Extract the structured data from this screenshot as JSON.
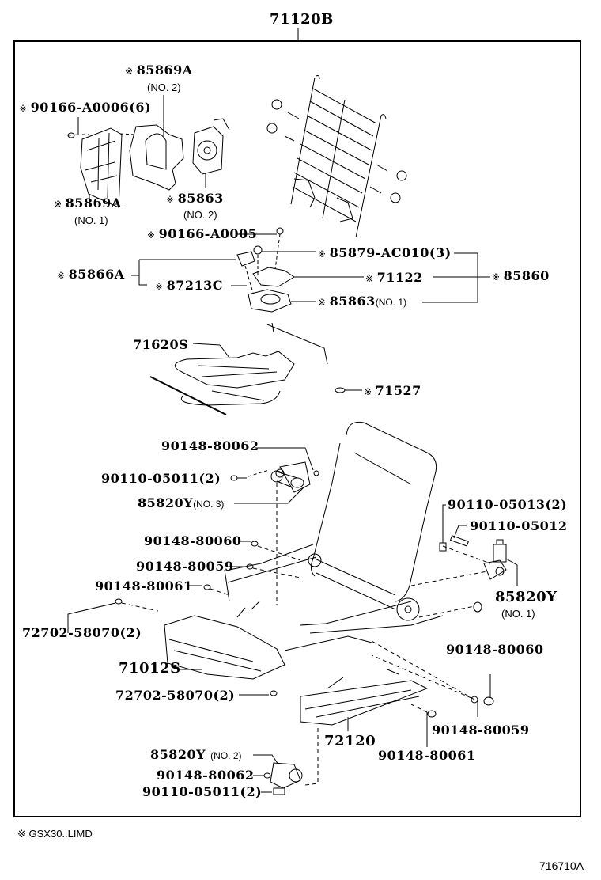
{
  "diagram": {
    "title_part": "71120B",
    "footnote": "※ GSX30..LIMD",
    "figure_id": "716710A",
    "marker_symbol": "※",
    "labels": [
      {
        "id": "85869A_no2",
        "marked": true,
        "part": "85869A",
        "note": "(NO. 2)"
      },
      {
        "id": "90166_A0006",
        "marked": true,
        "part": "90166-A0006(6)",
        "note": ""
      },
      {
        "id": "85869A_no1",
        "marked": true,
        "part": "85869A",
        "note": "(NO. 1)"
      },
      {
        "id": "85863_no2",
        "marked": true,
        "part": "85863",
        "note": "(NO. 2)"
      },
      {
        "id": "90166_A0005",
        "marked": true,
        "part": "90166-A0005",
        "note": ""
      },
      {
        "id": "85866A",
        "marked": true,
        "part": "85866A",
        "note": ""
      },
      {
        "id": "87213C",
        "marked": true,
        "part": "87213C",
        "note": ""
      },
      {
        "id": "85879_AC010",
        "marked": true,
        "part": "85879-AC010(3)",
        "note": ""
      },
      {
        "id": "71122",
        "marked": true,
        "part": "71122",
        "note": ""
      },
      {
        "id": "85863_no1",
        "marked": true,
        "part": "85863",
        "note": "(NO. 1)"
      },
      {
        "id": "85860",
        "marked": true,
        "part": "85860",
        "note": ""
      },
      {
        "id": "71620S",
        "marked": false,
        "part": "71620S",
        "note": ""
      },
      {
        "id": "71527",
        "marked": true,
        "part": "71527",
        "note": ""
      },
      {
        "id": "90148_80062_a",
        "marked": false,
        "part": "90148-80062",
        "note": ""
      },
      {
        "id": "90110_05011_a",
        "marked": false,
        "part": "90110-05011(2)",
        "note": ""
      },
      {
        "id": "85820Y_no3",
        "marked": false,
        "part": "85820Y",
        "note": "(NO. 3)"
      },
      {
        "id": "90110_05013",
        "marked": false,
        "part": "90110-05013(2)",
        "note": ""
      },
      {
        "id": "90110_05012",
        "marked": false,
        "part": "90110-05012",
        "note": ""
      },
      {
        "id": "90148_80060_a",
        "marked": false,
        "part": "90148-80060",
        "note": ""
      },
      {
        "id": "90148_80059_a",
        "marked": false,
        "part": "90148-80059",
        "note": ""
      },
      {
        "id": "90148_80061_a",
        "marked": false,
        "part": "90148-80061",
        "note": ""
      },
      {
        "id": "85820Y_no1",
        "marked": false,
        "part": "85820Y",
        "note": "(NO. 1)"
      },
      {
        "id": "72702_58070_a",
        "marked": false,
        "part": "72702-58070(2)",
        "note": ""
      },
      {
        "id": "71012S",
        "marked": false,
        "part": "71012S",
        "note": ""
      },
      {
        "id": "90148_80060_b",
        "marked": false,
        "part": "90148-80060",
        "note": ""
      },
      {
        "id": "72702_58070_b",
        "marked": false,
        "part": "72702-58070(2)",
        "note": ""
      },
      {
        "id": "90148_80059_b",
        "marked": false,
        "part": "90148-80059",
        "note": ""
      },
      {
        "id": "72120",
        "marked": false,
        "part": "72120",
        "note": ""
      },
      {
        "id": "90148_80061_b",
        "marked": false,
        "part": "90148-80061",
        "note": ""
      },
      {
        "id": "85820Y_no2",
        "marked": false,
        "part": "85820Y",
        "note": "(NO. 2)"
      },
      {
        "id": "90148_80062_b",
        "marked": false,
        "part": "90148-80062",
        "note": ""
      },
      {
        "id": "90110_05011_b",
        "marked": false,
        "part": "90110-05011(2)",
        "note": ""
      }
    ]
  }
}
